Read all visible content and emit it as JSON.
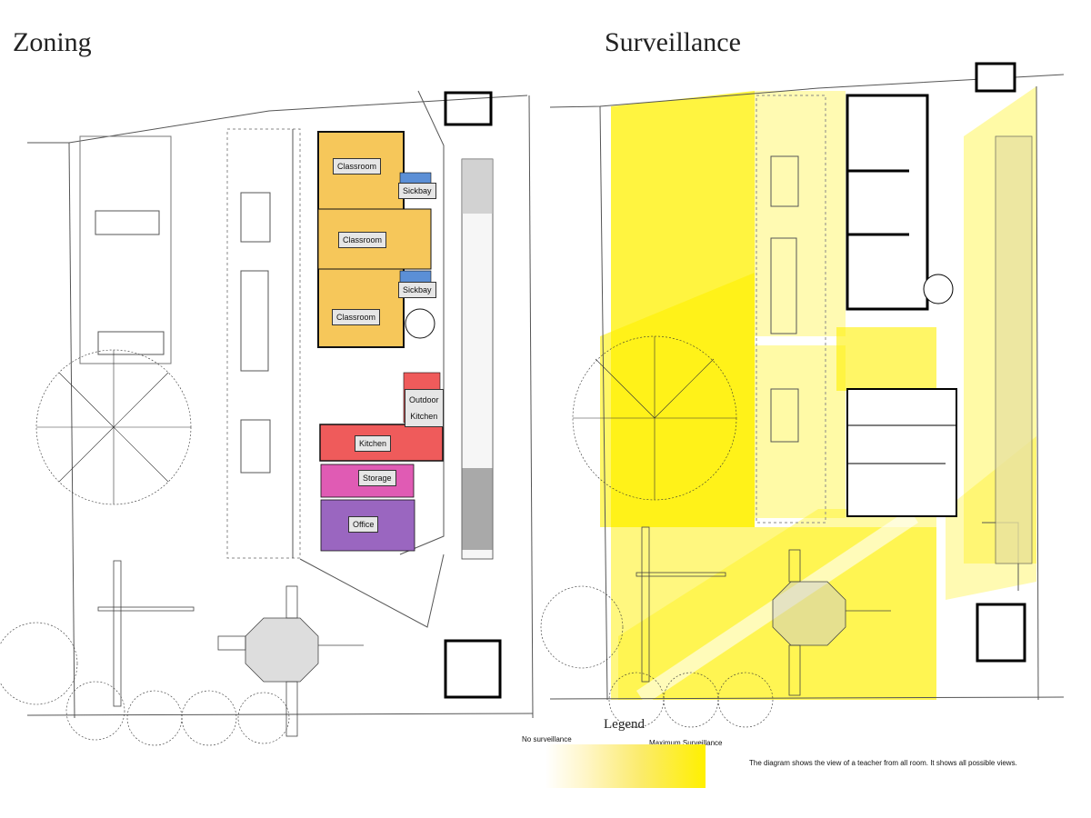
{
  "titles": {
    "left": "Zoning",
    "right": "Surveillance"
  },
  "zoning": {
    "zones": [
      {
        "label": "Classroom",
        "color": "#f6c75a"
      },
      {
        "label": "Classroom",
        "color": "#f6c75a"
      },
      {
        "label": "Classroom",
        "color": "#f6c75a"
      },
      {
        "label": "Sickbay",
        "color": "#5b8fd6"
      },
      {
        "label": "Sickbay",
        "color": "#5b8fd6"
      },
      {
        "label": "Outdoor Kitchen",
        "line1": "Outdoor",
        "line2": "Kitchen",
        "color": "#ef5b5b"
      },
      {
        "label": "Kitchen",
        "color": "#ef5b5b"
      },
      {
        "label": "Storage",
        "color": "#e05bb4"
      },
      {
        "label": "Office",
        "color": "#9a66c0"
      }
    ]
  },
  "surveillance": {
    "highlight_color": "#fff000"
  },
  "legend": {
    "title": "Legend",
    "min_label": "No surveillance",
    "max_label": "Maximum Surveillance",
    "note": "The diagram shows the view of a teacher from all room. It shows all possible views."
  }
}
